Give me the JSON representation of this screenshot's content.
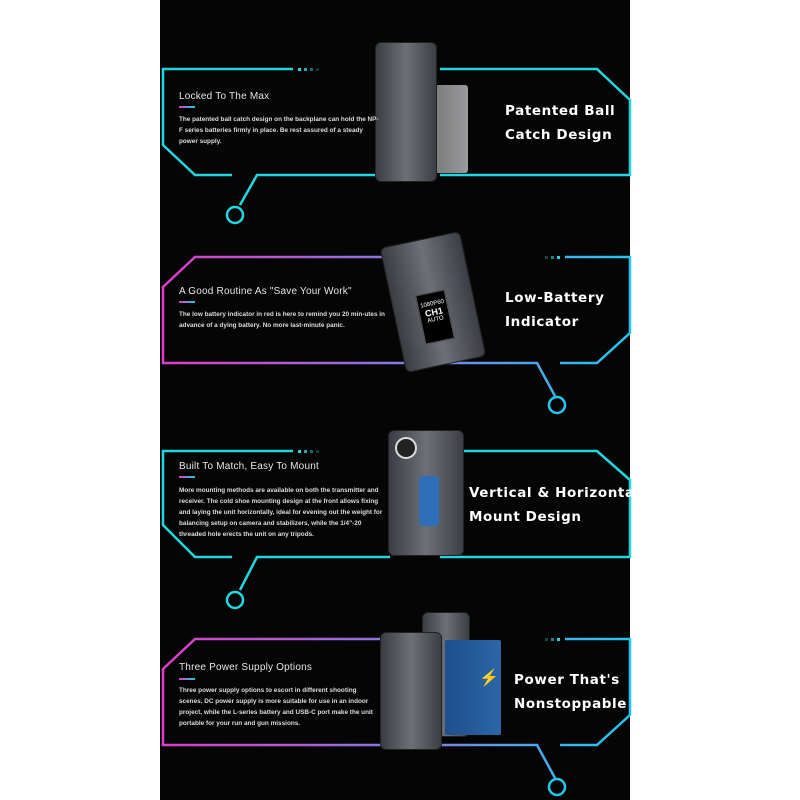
{
  "sections": [
    {
      "heading": "Locked To The Max",
      "body": "The patented ball catch design on the backplane can hold the NP-F series batteries firmly in place. Be rest assured of a steady power supply.",
      "title_lines": [
        "Patented Ball",
        "Catch Design"
      ]
    },
    {
      "heading": "A Good Routine As \"Save Your Work\"",
      "body": "The low battery indicator in red is here to remind you 20 min-utes in advance of a dying battery. No more last-minute panic.",
      "title_lines": [
        "Low-Battery",
        "Indicator"
      ],
      "screen": {
        "format": "1080P60",
        "channel": "CH1",
        "mode": "AUTO"
      }
    },
    {
      "heading": "Built To Match, Easy To Mount",
      "body": "More mounting methods are available on both the transmitter and receiver. The cold shoe mounting design at the front allows fixing and laying the unit horizontally, ideal for evening out the weight for balancing setup on camera and stabilizers, while the 1/4\"-20 threaded hole erects the unit on any tripods.",
      "title_lines": [
        "Vertical & Horizontal",
        "Mount Design"
      ]
    },
    {
      "heading": "Three Power Supply Options",
      "body": "Three power supply options to escort in different shooting scenes. DC power supply is more suitable for use in an indoor project, while the L-series battery and USB-C port make the unit portable for your run and gun missions.",
      "title_lines": [
        "Power That's",
        "Nonstoppable"
      ]
    }
  ],
  "colors": {
    "cyan": "#22d8e0",
    "magenta": "#e03cc8",
    "blue": "#2ab8f0"
  }
}
